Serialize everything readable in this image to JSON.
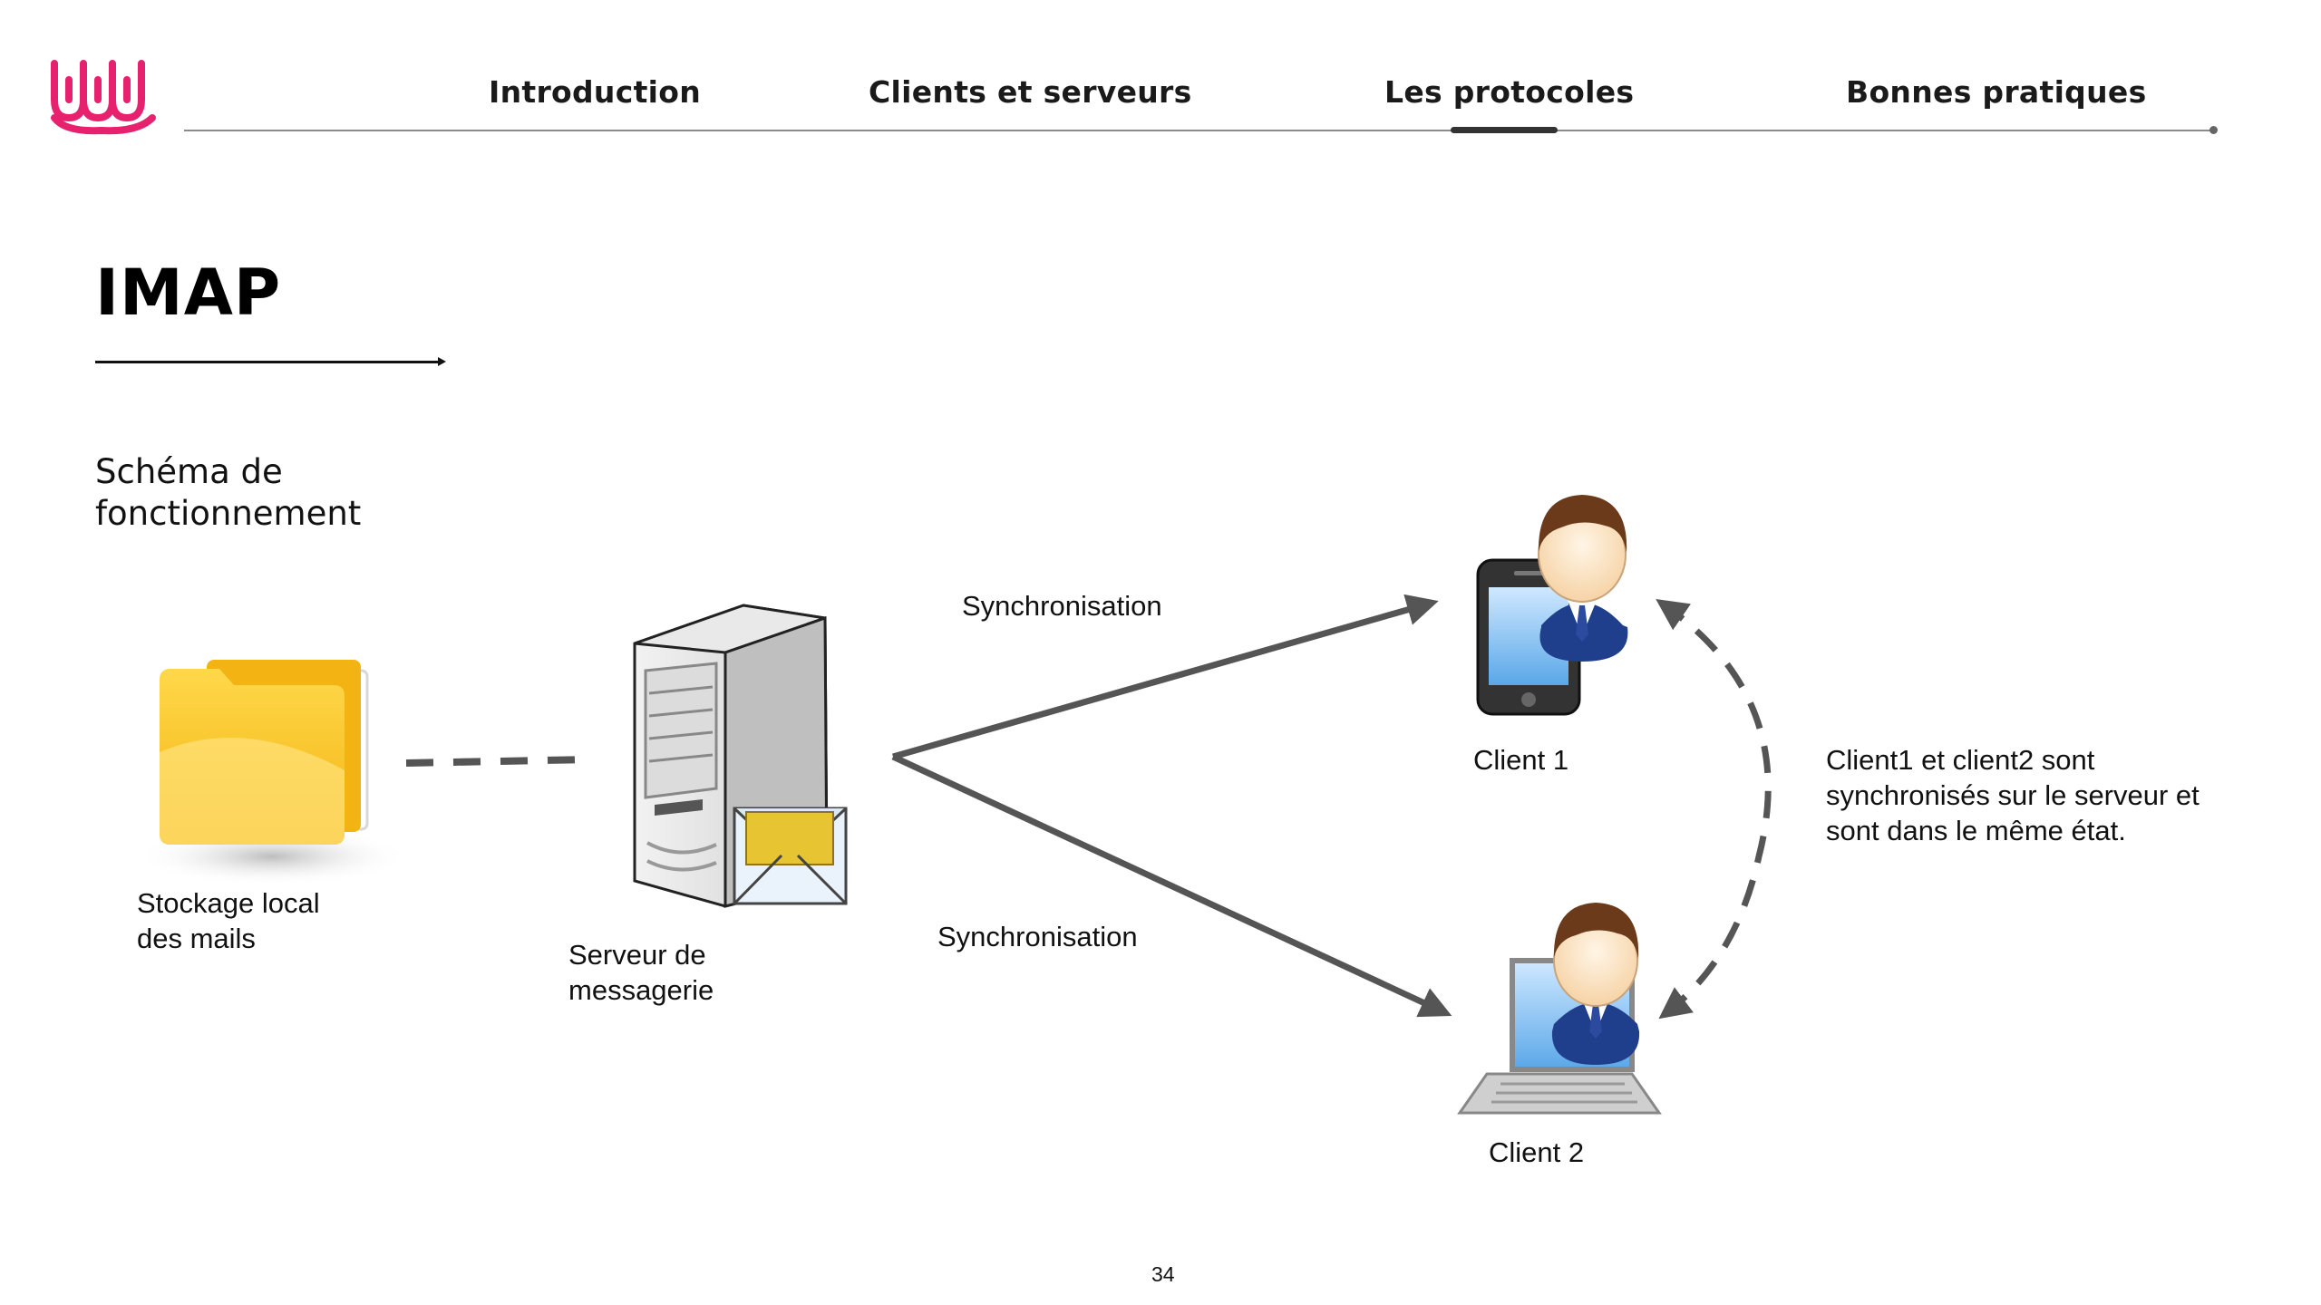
{
  "nav": {
    "items": [
      {
        "label": "Introduction",
        "active": false
      },
      {
        "label": "Clients et serveurs",
        "active": false
      },
      {
        "label": "Les protocoles",
        "active": true
      },
      {
        "label": "Bonnes pratiques",
        "active": false
      }
    ]
  },
  "slide": {
    "title": "IMAP",
    "subtitle": "Schéma de fonctionnement",
    "page_number": "34"
  },
  "diagram": {
    "storage_label": "Stockage local\ndes mails",
    "server_label": "Serveur de\nmessagerie",
    "sync_top_label": "Synchronisation",
    "sync_bottom_label": "Synchronisation",
    "client1_label": "Client 1",
    "client2_label": "Client 2",
    "note": "Client1 et client2 sont\nsynchronisés sur le serveur et\nsont dans le même état."
  },
  "colors": {
    "brand_pink": "#e8216f",
    "arrow_gray": "#555555",
    "folder_yellow": "#f6c21a"
  },
  "icons": [
    "logo",
    "folder-icon",
    "server-icon",
    "envelope-icon",
    "smartphone-icon",
    "laptop-icon",
    "user-avatar-icon"
  ]
}
